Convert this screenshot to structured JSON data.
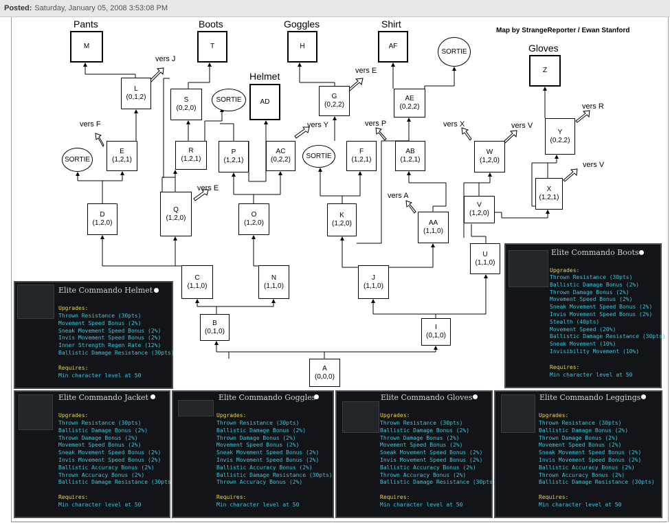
{
  "header": {
    "label": "Posted:",
    "date": "Saturday, January 05, 2008 3:53:08 PM"
  },
  "credit": "Map by StrangeReporter / Ewan Stanford",
  "items": {
    "pants": {
      "title": "Pants",
      "code": "M"
    },
    "boots": {
      "title": "Boots",
      "code": "T"
    },
    "goggles": {
      "title": "Goggles",
      "code": "H"
    },
    "shirt": {
      "title": "Shirt",
      "code": "AF"
    },
    "helmet": {
      "title": "Helmet",
      "code": "AD"
    },
    "gloves": {
      "title": "Gloves",
      "code": "Z"
    }
  },
  "nodes": {
    "L": {
      "name": "L",
      "val": "(0,1,2)"
    },
    "S": {
      "name": "S",
      "val": "(0,2,0)"
    },
    "G": {
      "name": "G",
      "val": "(0,2,2)"
    },
    "AE": {
      "name": "AE",
      "val": "(0,2,2)"
    },
    "E": {
      "name": "E",
      "val": "(1,2,1)"
    },
    "R": {
      "name": "R",
      "val": "(1,2,1)"
    },
    "P": {
      "name": "P",
      "val": "(1,2,1)"
    },
    "AC": {
      "name": "AC",
      "val": "(0,2,2)"
    },
    "F": {
      "name": "F",
      "val": "(1,2,1)"
    },
    "AB": {
      "name": "AB",
      "val": "(1,2,1)"
    },
    "W": {
      "name": "W",
      "val": "(1,2,0)"
    },
    "Y": {
      "name": "Y",
      "val": "(0,2,2)"
    },
    "D": {
      "name": "D",
      "val": "(1,2,0)"
    },
    "Q": {
      "name": "Q",
      "val": "(1,2,0)"
    },
    "O": {
      "name": "O",
      "val": "(1,2,0)"
    },
    "K": {
      "name": "K",
      "val": "(1,2,0)"
    },
    "AA": {
      "name": "AA",
      "val": "(1,1,0)"
    },
    "V": {
      "name": "V",
      "val": "(1,2,0)"
    },
    "X": {
      "name": "X",
      "val": "(1,2,1)"
    },
    "U": {
      "name": "U",
      "val": "(1,1,0)"
    },
    "C": {
      "name": "C",
      "val": "(1,1,0)"
    },
    "N": {
      "name": "N",
      "val": "(1,1,0)"
    },
    "J": {
      "name": "J",
      "val": "(1,1,0)"
    },
    "B": {
      "name": "B",
      "val": "(0,1,0)"
    },
    "I": {
      "name": "I",
      "val": "(0,1,0)"
    },
    "A": {
      "name": "A",
      "val": "(0,0,0)"
    }
  },
  "sortie_label": "SORTIE",
  "vers": {
    "j": "vers J",
    "f": "vers F",
    "e1": "vers E",
    "e2": "vers E",
    "y": "vers Y",
    "p": "vers P",
    "x": "vers X",
    "v1": "vers V",
    "r": "vers R",
    "v2": "vers V",
    "a": "vers A"
  },
  "panels": {
    "helmet": {
      "title": "Elite Commando Helmet",
      "upgrades_label": "Upgrades:",
      "upgrades": [
        "Thrown Resistance (30pts)",
        "Movement Speed Bonus (2%)",
        "Sneak Movement Speed Bonus (2%)",
        "Invis Movement Speed Bonus (2%)",
        "Inner Strength Regen Rate (12%)",
        "Ballistic Damage Resistance (30pts)"
      ],
      "requires_label": "Requires:",
      "requires": "Min character level at 50"
    },
    "boots": {
      "title": "Elite Commando Boots",
      "upgrades_label": "Upgrades:",
      "upgrades": [
        "Thrown Resistance (30pts)",
        "Ballistic Damage Bonus (2%)",
        "Thrown Damage Bonus (2%)",
        "Movement Speed Bonus (2%)",
        "Sneak Movement Speed Bonus (2%)",
        "Invis Movement Speed Bonus (2%)",
        "Stealth (40pts)",
        "Movement Speed (20%)",
        "Ballistic Damage Resistance (30pts)",
        "Sneak Movement (10%)",
        "Invisibility Movement (10%)"
      ],
      "requires_label": "Requires:",
      "requires": "Min character level at 50"
    },
    "jacket": {
      "title": "Elite Commando Jacket",
      "upgrades_label": "Upgrades:",
      "upgrades": [
        "Thrown Resistance (30pts)",
        "Ballistic Damage Bonus (2%)",
        "Thrown Damage Bonus (2%)",
        "Movement Speed Bonus (2%)",
        "Sneak Movement Speed Bonus (2%)",
        "Invis Movement Speed Bonus (2%)",
        "Ballistic Accuracy Bonus (2%)",
        "Thrown Accuracy Bonus (2%)",
        "Ballistic Damage Resistance (30pts)"
      ],
      "requires_label": "Requires:",
      "requires": "Min character level at 50"
    },
    "goggles": {
      "title": "Elite Commando Goggles",
      "upgrades_label": "Upgrades:",
      "upgrades": [
        "Thrown Resistance (30pts)",
        "Ballistic Damage Bonus (2%)",
        "Thrown Damage Bonus (2%)",
        "Movement Speed Bonus (2%)",
        "Sneak Movement Speed Bonus (2%)",
        "Invis Movement Speed Bonus (2%)",
        "Ballistic Accuracy Bonus (2%)",
        "Ballistic Damage Resistance (30pts)",
        "Thrown Accuracy Bonus (2%)"
      ],
      "requires_label": "Requires:",
      "requires": "Min character level at 50"
    },
    "gloves": {
      "title": "Elite Commando Gloves",
      "upgrades_label": "Upgrades:",
      "upgrades": [
        "Thrown Resistance (30pts)",
        "Ballistic Damage Bonus (2%)",
        "Thrown Damage Bonus (2%)",
        "Movement Speed Bonus (2%)",
        "Sneak Movement Speed Bonus (2%)",
        "Invis Movement Speed Bonus (2%)",
        "Ballistic Accuracy Bonus (2%)",
        "Thrown Accuracy Bonus (2%)",
        "Ballistic Damage Resistance (30pts)"
      ],
      "requires_label": "Requires:",
      "requires": "Min character level at 50"
    },
    "leggings": {
      "title": "Elite Commando Leggings",
      "upgrades_label": "Upgrades:",
      "upgrades": [
        "Thrown Resistance (30pts)",
        "Ballistic Damage Bonus (2%)",
        "Thrown Damage Bonus (2%)",
        "Movement Speed Bonus (2%)",
        "Sneak Movement Speed Bonus (2%)",
        "Invis Movement Speed Bonus (2%)",
        "Ballistic Accuracy Bonus (2%)",
        "Thrown Accuracy Bonus (2%)",
        "Ballistic Damage Resistance (30pts)"
      ],
      "requires_label": "Requires:",
      "requires": "Min character level at 50"
    }
  }
}
